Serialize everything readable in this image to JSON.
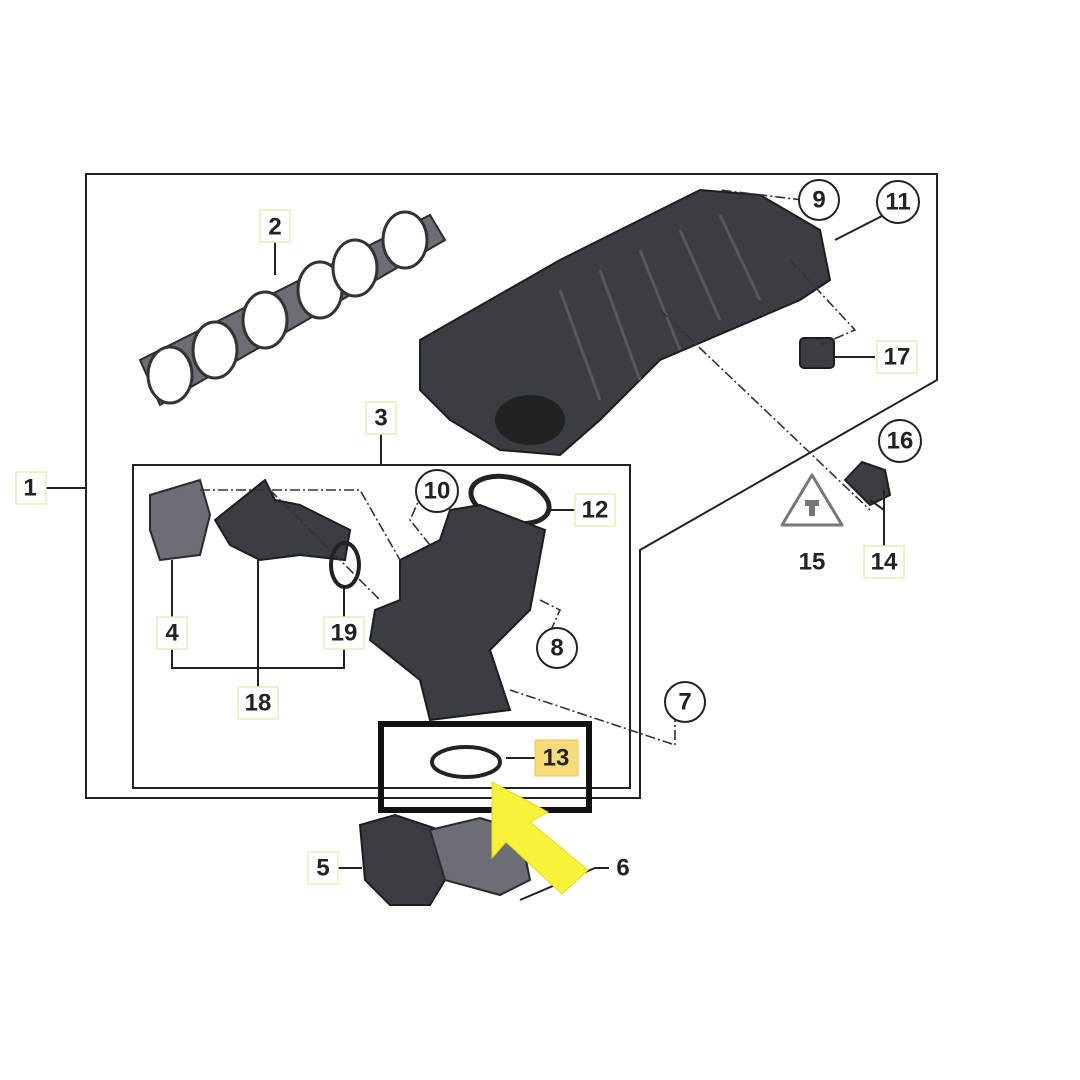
{
  "diagram": {
    "callouts": {
      "c1": "1",
      "c2": "2",
      "c3": "3",
      "c4": "4",
      "c5": "5",
      "c6": "6",
      "c7": "7",
      "c8": "8",
      "c9": "9",
      "c10": "10",
      "c11": "11",
      "c12": "12",
      "c13": "13",
      "c14": "14",
      "c15": "15",
      "c16": "16",
      "c17": "17",
      "c18": "18",
      "c19": "19"
    },
    "highlighted_part": "13",
    "colors": {
      "highlight_fill": "#f5dc7a",
      "arrow": "#f7f23a",
      "frame": "#222222"
    }
  }
}
